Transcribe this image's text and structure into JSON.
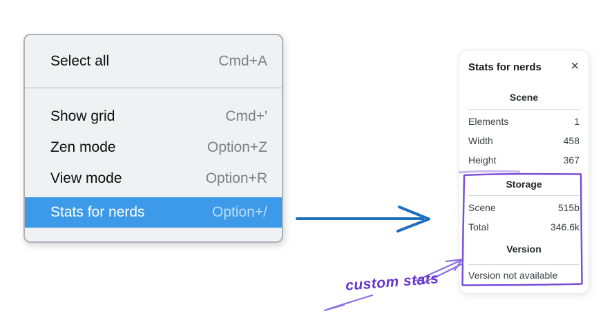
{
  "context_menu": {
    "items": [
      {
        "label": "Select all",
        "shortcut": "Cmd+A",
        "selected": false
      },
      {
        "label": "Show grid",
        "shortcut": "Cmd+'",
        "selected": false
      },
      {
        "label": "Zen mode",
        "shortcut": "Option+Z",
        "selected": false
      },
      {
        "label": "View mode",
        "shortcut": "Option+R",
        "selected": false
      },
      {
        "label": "Stats for nerds",
        "shortcut": "Option+/",
        "selected": true
      }
    ]
  },
  "stats_panel": {
    "title": "Stats for nerds",
    "close_icon": "✕",
    "sections": [
      {
        "heading": "Scene",
        "rows": [
          {
            "label": "Elements",
            "value": "1"
          },
          {
            "label": "Width",
            "value": "458"
          },
          {
            "label": "Height",
            "value": "367"
          }
        ]
      },
      {
        "heading": "Storage",
        "rows": [
          {
            "label": "Scene",
            "value": "515b"
          },
          {
            "label": "Total",
            "value": "346.6k"
          }
        ]
      },
      {
        "heading": "Version",
        "note": "Version not available"
      }
    ]
  },
  "annotation": {
    "label": "custom stats"
  },
  "colors": {
    "menu_highlight": "#3d9ae8",
    "flow_arrow_blue": "#1d6fbd",
    "annotation_purple": "#6434cf",
    "annotation_box_purple": "#7b4fd6",
    "annotation_arrow_purple": "#8a6fe4"
  }
}
